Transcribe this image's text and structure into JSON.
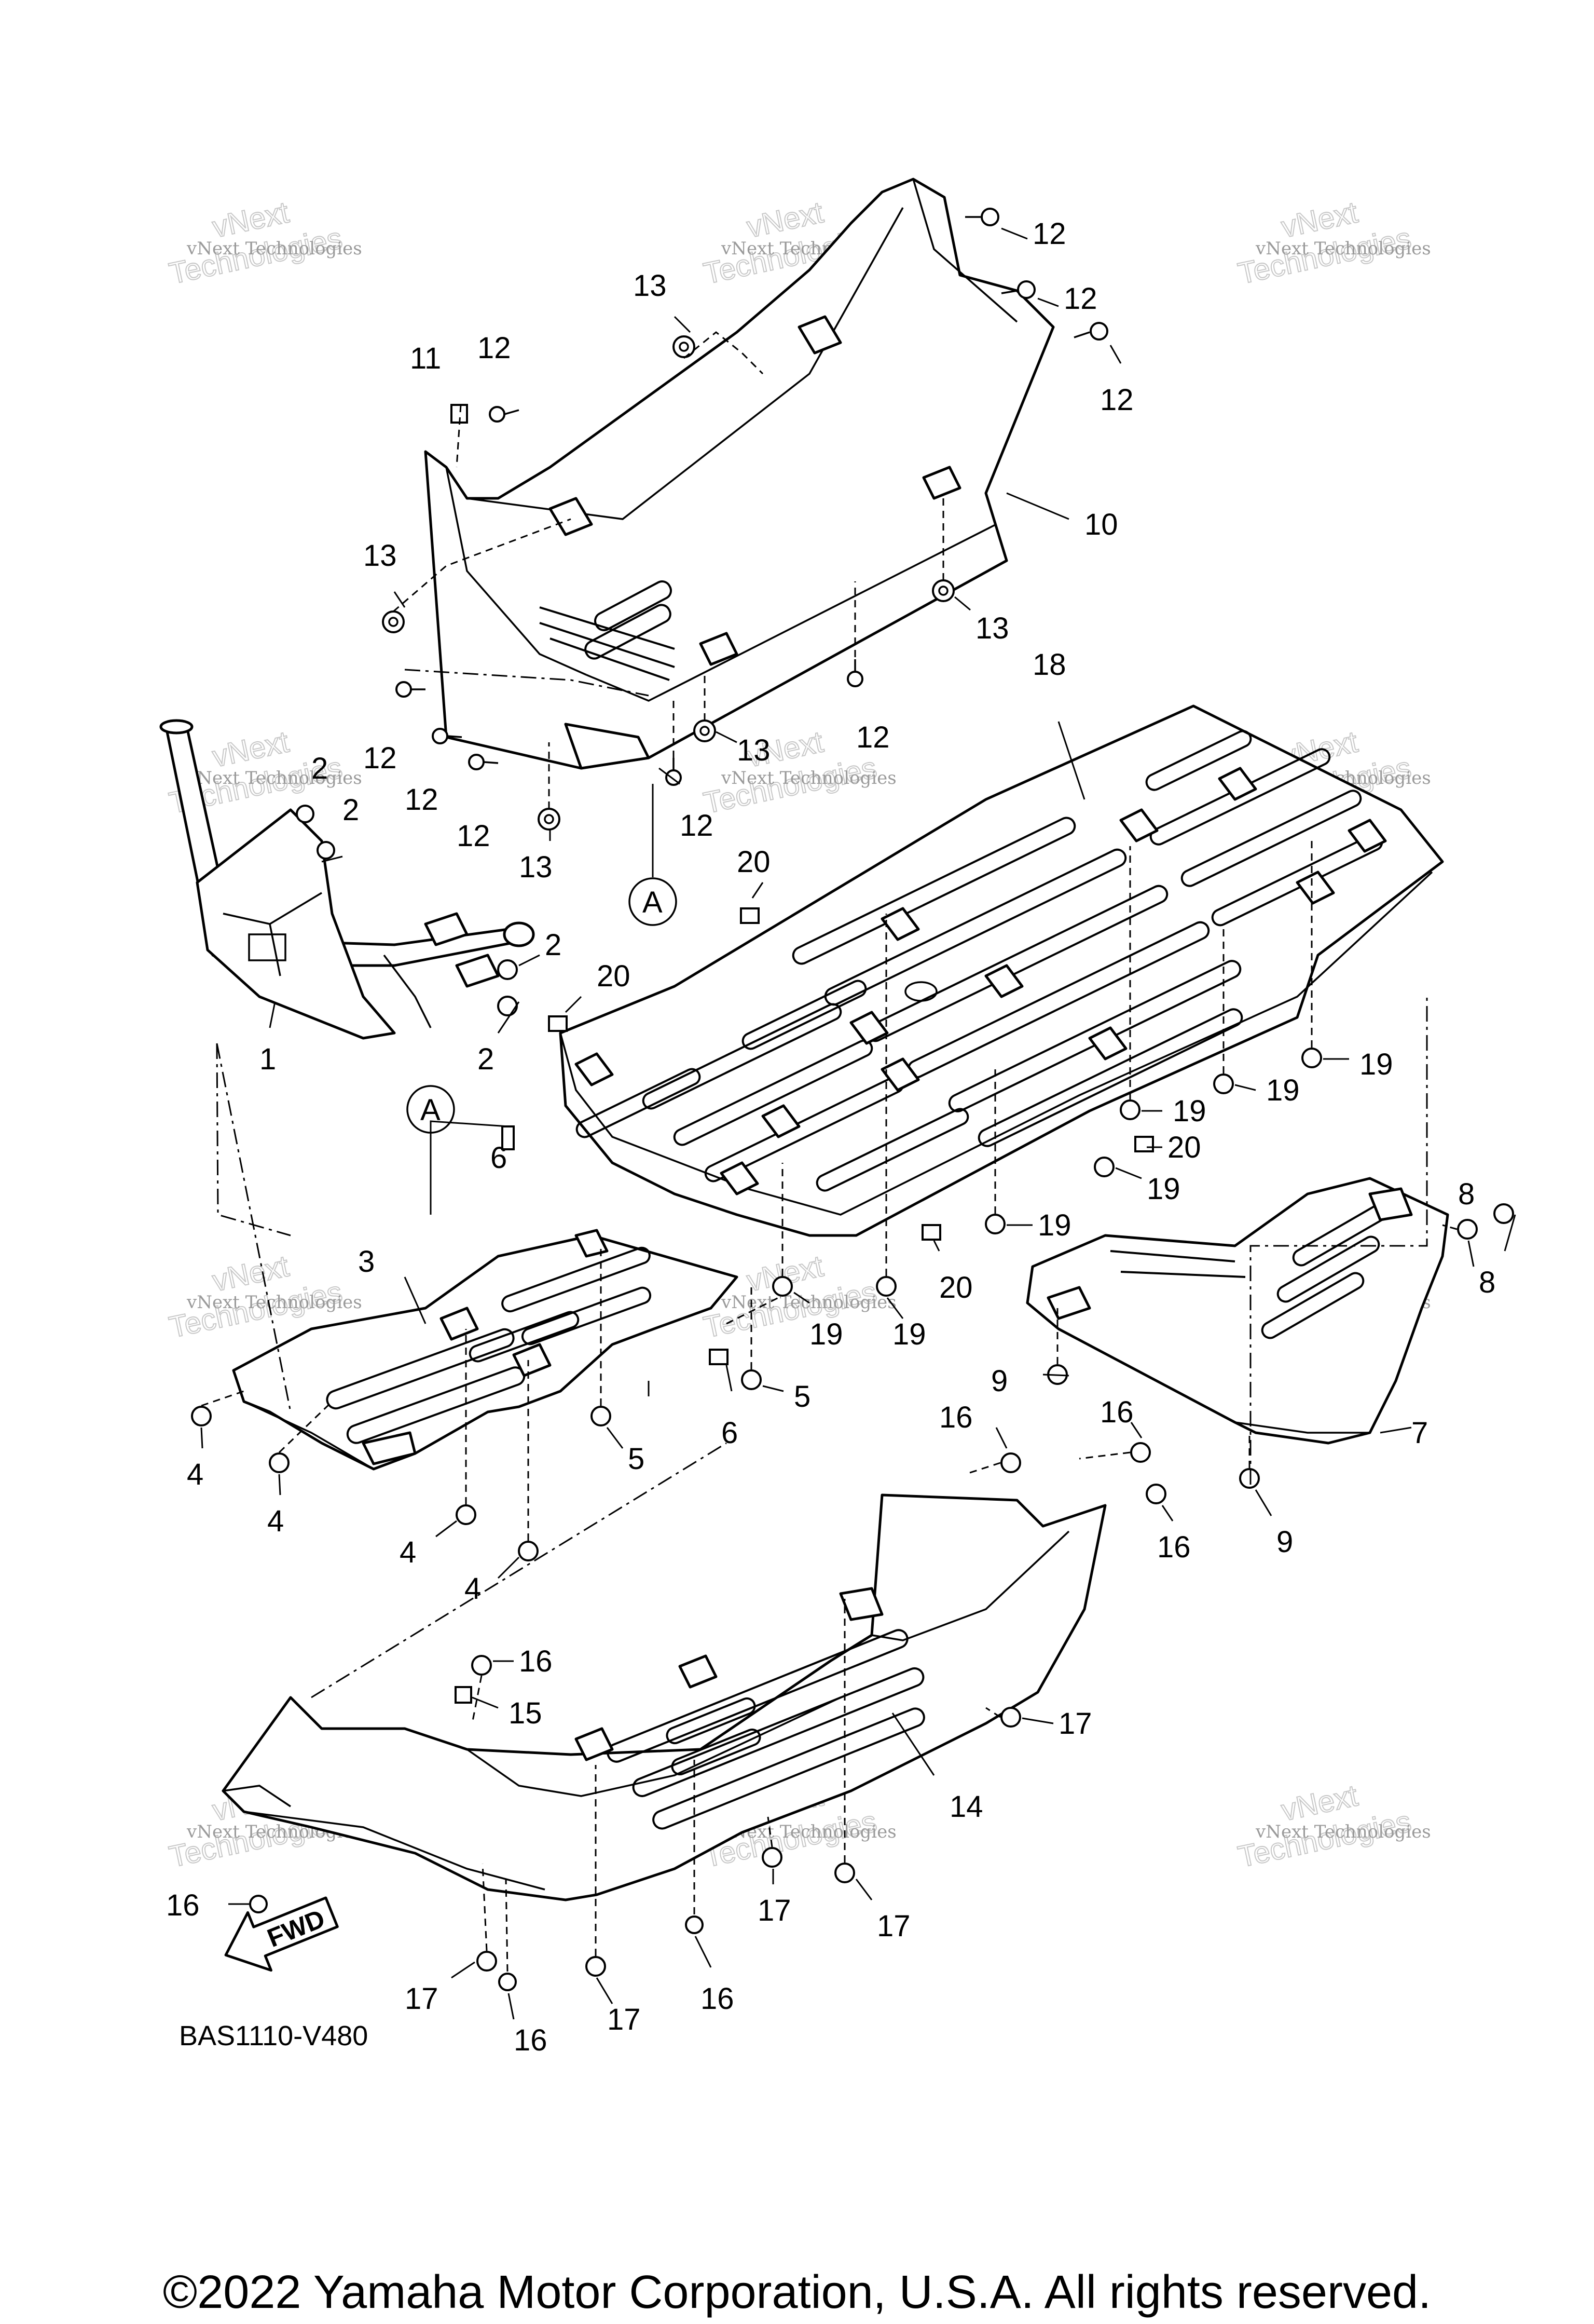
{
  "diagram": {
    "part_code": "BAS1110-V480",
    "direction_label": "FWD",
    "reference_label": "A",
    "callouts": [
      "1",
      "2",
      "3",
      "4",
      "5",
      "6",
      "7",
      "8",
      "9",
      "10",
      "11",
      "12",
      "13",
      "14",
      "15",
      "16",
      "17",
      "18",
      "19",
      "20"
    ]
  },
  "watermark": {
    "line1": "vNext Technologies",
    "line2": "vNext",
    "line3": "Technologies"
  },
  "footer": {
    "copyright": "©2022 Yamaha Motor Corporation, U.S.A. All rights reserved."
  }
}
